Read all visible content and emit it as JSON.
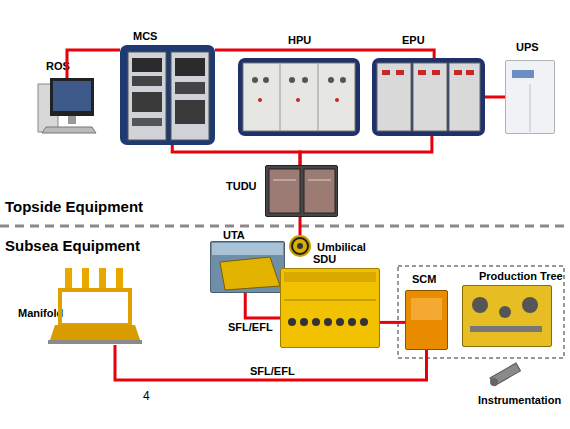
{
  "diagram": {
    "nodes": [
      {
        "text": [
          "ROS"
        ]
      },
      {
        "text": [
          "MCS"
        ]
      },
      {
        "text": [
          "HPU"
        ]
      },
      {
        "text": [
          "EPU"
        ]
      },
      {
        "text": [
          "UPS"
        ]
      },
      {
        "text": [
          "TUDU"
        ]
      },
      {
        "text": [
          "Umbilical"
        ]
      },
      {
        "text": [
          "UTA"
        ]
      },
      {
        "text": [
          "SDU"
        ]
      },
      {
        "text": [
          "SCM"
        ]
      },
      {
        "text": [
          "Production Tree"
        ]
      },
      {
        "text": [
          "Manifold"
        ]
      },
      {
        "text": [
          "Instrumentation"
        ]
      }
    ],
    "edges": [
      {
        "from": 0,
        "to": 1,
        "arrow": "none"
      },
      {
        "from": 1,
        "to": 3,
        "arrow": "none"
      },
      {
        "from": 1,
        "to": 5,
        "arrow": "none"
      },
      {
        "from": 3,
        "to": 5,
        "arrow": "none"
      },
      {
        "from": 3,
        "to": 4,
        "arrow": "none"
      },
      {
        "from": 5,
        "to": 6,
        "arrow": "none"
      },
      {
        "from": 7,
        "to": 8,
        "label": "SFL/EFL",
        "arrow": "none"
      },
      {
        "from": 8,
        "to": 9,
        "arrow": "none"
      },
      {
        "from": 11,
        "to": 9,
        "label": "SFL/EFL",
        "arrow": "none"
      }
    ],
    "labels": [
      "Topside Equipment",
      "Subsea Equipment",
      "4"
    ]
  }
}
